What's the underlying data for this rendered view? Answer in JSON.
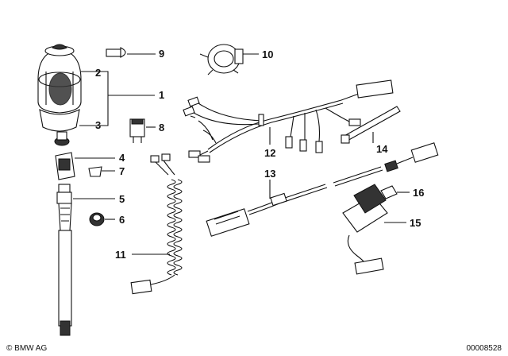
{
  "diagram": {
    "callouts": [
      "1",
      "2",
      "3",
      "4",
      "5",
      "6",
      "7",
      "8",
      "9",
      "10",
      "11",
      "12",
      "13",
      "14",
      "15",
      "16"
    ],
    "footer": {
      "copyright": "© BMW AG",
      "doc_number": "00008528"
    }
  }
}
